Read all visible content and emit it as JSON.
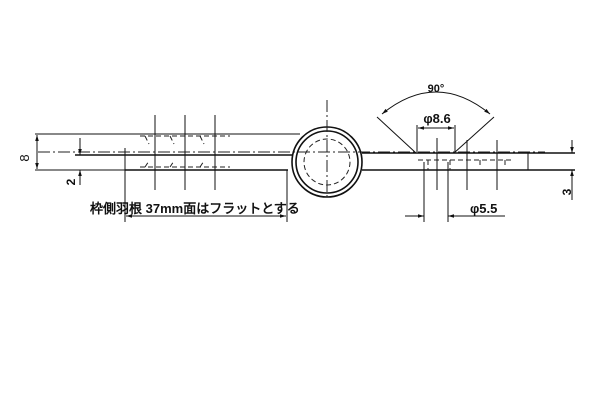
{
  "drawing": {
    "dim_thickness_total": "8",
    "dim_leaf_thickness": "2",
    "dim_right_thickness": "3",
    "note": "枠側羽根 37mm面はフラットとする",
    "countersink_angle": "90°",
    "countersink_diameter": "φ8.6",
    "hole_diameter": "φ5.5"
  }
}
